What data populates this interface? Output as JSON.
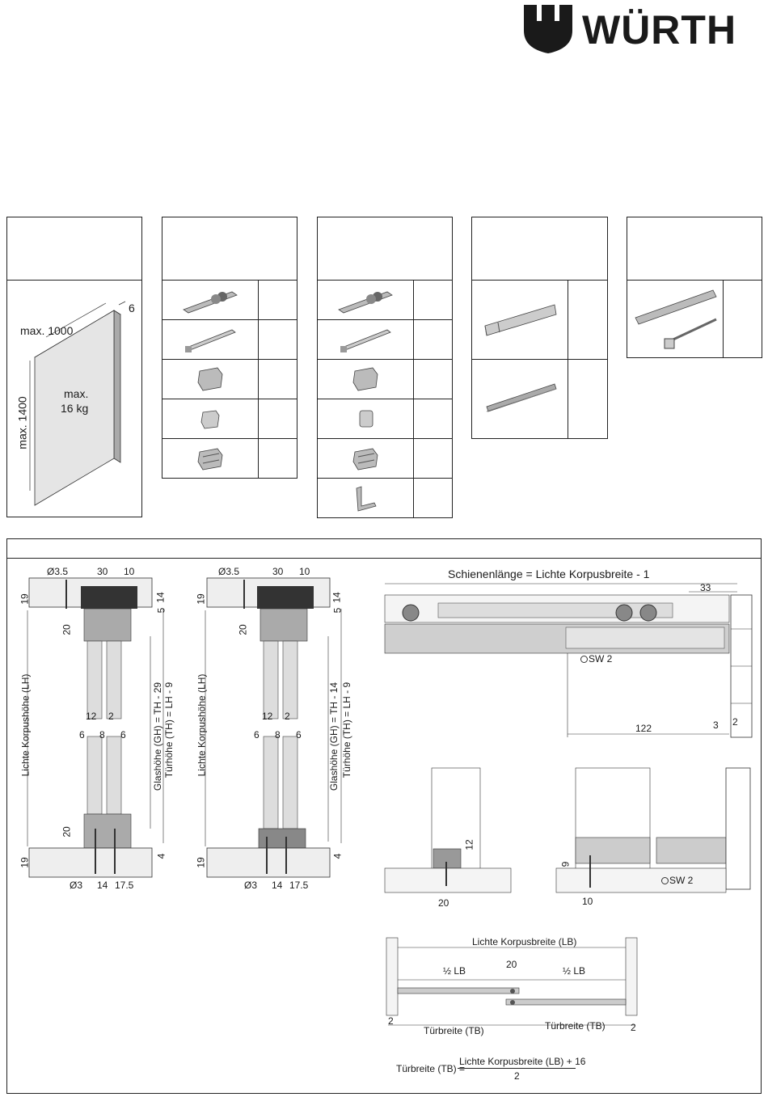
{
  "brand": {
    "name": "WÜRTH"
  },
  "door_spec": {
    "width": "max. 1000",
    "height": "max. 1400",
    "thickness": "6",
    "weight_line1": "max.",
    "weight_line2": "16 kg"
  },
  "drawing_left": {
    "dia_top": "Ø3.5",
    "w30": "30",
    "w10": "10",
    "h19_top": "19",
    "h5": "5",
    "h14": "14",
    "h20_top": "20",
    "lh_label": "Lichte Korpushöhe (LH)",
    "gh_label": "Glashöhe (GH) = TH - 29",
    "th_label": "Türhöhe (TH) = LH - 9",
    "w12": "12",
    "w2": "2",
    "w6a": "6",
    "w8": "8",
    "w6b": "6",
    "h20_bot": "20",
    "h19_bot": "19",
    "h4": "4",
    "dia_bot": "Ø3",
    "w14": "14",
    "w17_5": "17.5"
  },
  "drawing_mid": {
    "dia_top": "Ø3.5",
    "w30": "30",
    "w10": "10",
    "h19_top": "19",
    "h5": "5",
    "h14": "14",
    "h20_top": "20",
    "lh_label": "Lichte Korpushöhe (LH)",
    "gh_label": "Glashöhe (GH) = TH - 14",
    "th_label": "Türhöhe (TH) = LH - 9",
    "w12": "12",
    "w2": "2",
    "w6a": "6",
    "w8": "8",
    "w6b": "6",
    "h19_bot": "19",
    "h4": "4",
    "dia_bot": "Ø3",
    "w14": "14",
    "w17_5": "17.5"
  },
  "rail_drawing": {
    "title": "Schienenlänge = Lichte Korpusbreite - 1",
    "d33": "33",
    "sw": "SW 2",
    "d122": "122",
    "d3": "3",
    "d2": "2"
  },
  "detail_left": {
    "d12": "12",
    "d20": "20"
  },
  "detail_right": {
    "d9": "9",
    "d10": "10",
    "sw": "SW 2"
  },
  "width_drawing": {
    "lb_label": "Lichte Korpusbreite (LB)",
    "half_lb_left": "½ LB",
    "half_lb_right": "½ LB",
    "d20": "20",
    "d2_left": "2",
    "d2_right": "2",
    "tb_left": "Türbreite (TB)",
    "tb_right": "Türbreite (TB)"
  },
  "formula": {
    "lhs": "Türbreite (TB) =",
    "numerator": "Lichte Korpusbreite (LB) + 16",
    "denominator": "2"
  }
}
